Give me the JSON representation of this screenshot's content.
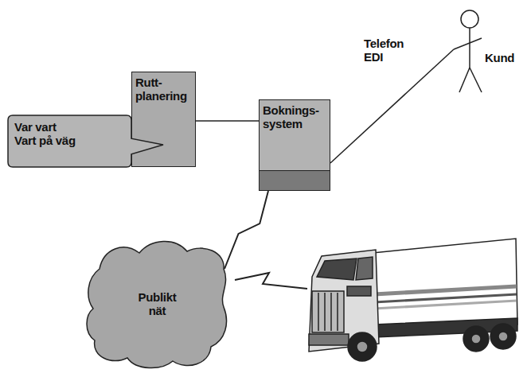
{
  "diagram": {
    "nodes": [
      {
        "text": [
          "Kund"
        ]
      },
      {
        "text": [
          "Rutt- planering"
        ]
      },
      {
        "text": [
          "Boknings- system"
        ]
      },
      {
        "text": [
          "Var vart",
          "Vart på väg"
        ]
      },
      {
        "text": [
          "Publikt nät"
        ]
      }
    ],
    "edges": [
      {
        "from": 1,
        "to": 2,
        "arrow": "none"
      },
      {
        "from": 2,
        "to": 0,
        "label": "Telefon EDI",
        "arrow": "none"
      },
      {
        "from": 2,
        "to": 4,
        "arrow": "none"
      }
    ]
  }
}
